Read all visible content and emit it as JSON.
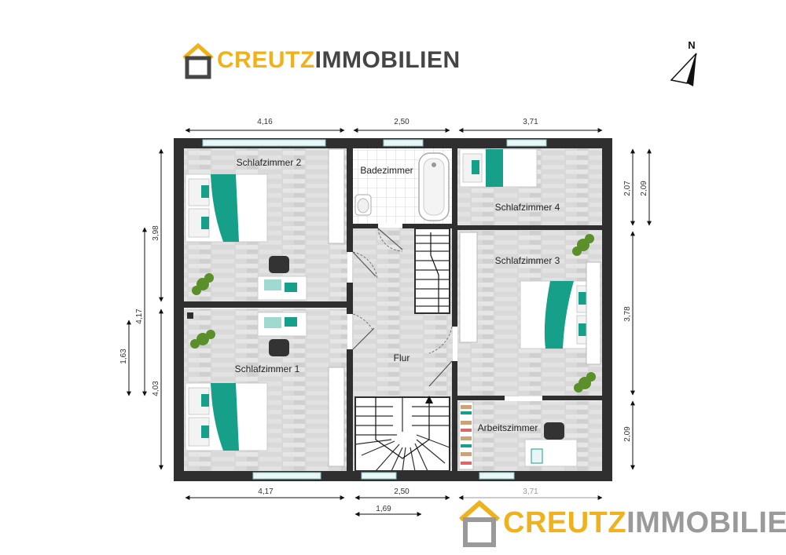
{
  "logo_top": {
    "part1": "CREUTZ",
    "part2": "IMMOBILIEN"
  },
  "logo_bottom": {
    "part1": "CREUTZ",
    "part2": "IMMOBILIEN"
  },
  "compass": {
    "label": "N"
  },
  "rooms": {
    "schlafzimmer2": "Schlafzimmer 2",
    "badezimmer": "Badezimmer",
    "schlafzimmer4": "Schlafzimmer 4",
    "schlafzimmer3": "Schlafzimmer 3",
    "flur": "Flur",
    "schlafzimmer1": "Schlafzimmer 1",
    "arbeitszimmer": "Arbeitszimmer"
  },
  "dimensions": {
    "top_left": "4,16",
    "top_mid": "2,50",
    "top_right": "3,71",
    "bottom_left": "4,17",
    "bottom_mid": "2,50",
    "bottom_right": "3,71",
    "bottom_stair": "1,69",
    "left_upper": "3,98",
    "left_lower": "4,03",
    "left_outer": "4,17",
    "left_far": "1,63",
    "right_207": "2,07",
    "right_209a": "2,09",
    "right_378": "3,78",
    "right_209b": "2,09"
  },
  "colors": {
    "accent": "#f0b21c",
    "logo_text": "#454545",
    "wall": "#2f2f2f",
    "bed_green": "#16a08a",
    "floor": "#dcdcdc"
  }
}
